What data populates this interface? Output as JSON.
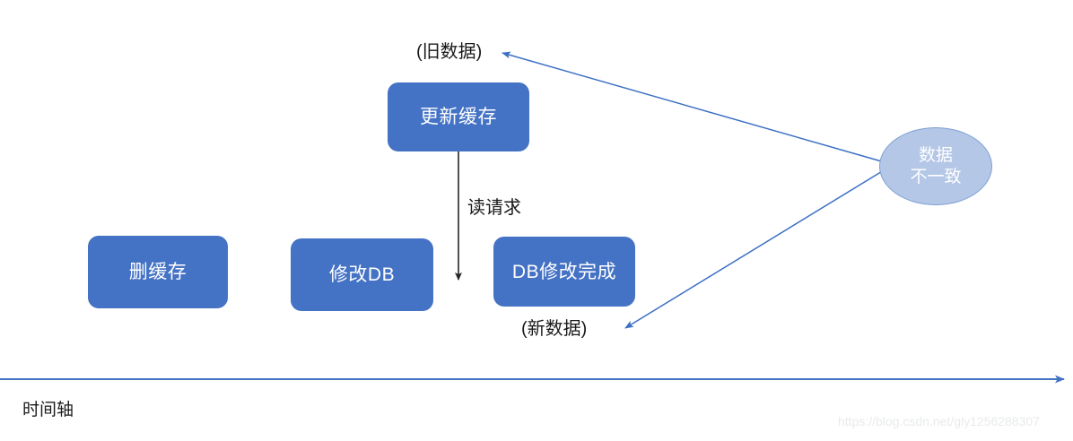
{
  "diagram": {
    "title_text": "",
    "colors": {
      "box_fill": "#4472C4",
      "ellipse_fill": "#B4C7E7",
      "ellipse_stroke": "#7FA0D4",
      "blue_arrow": "#3B6FC4",
      "black_arrow": "#262626",
      "timeline": "#4472C4",
      "box_text": "#FFFFFF",
      "label_text": "#1A1A1A",
      "watermark_text": "#E8EAEC"
    },
    "boxes": [
      {
        "id": "delete-cache",
        "label": "删缓存"
      },
      {
        "id": "modify-db",
        "label": "修改DB"
      },
      {
        "id": "db-modify-done",
        "label": "DB修改完成"
      },
      {
        "id": "update-cache",
        "label": "更新缓存"
      }
    ],
    "ellipse": {
      "id": "data-inconsistent",
      "line1": "数据",
      "line2": "不一致"
    },
    "labels": {
      "old_data": "(旧数据)",
      "new_data": "(新数据)",
      "read_request": "读请求"
    },
    "axis": {
      "label": "时间轴"
    },
    "watermark": "https://blog.csdn.net/gly1256288307"
  }
}
